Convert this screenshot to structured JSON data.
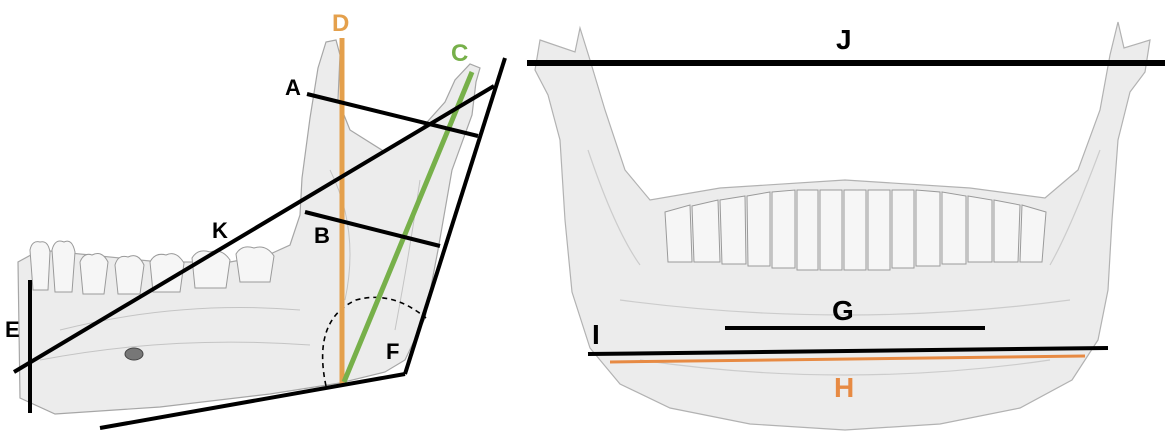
{
  "labels": {
    "A": "A",
    "B": "B",
    "C": "C",
    "D": "D",
    "E": "E",
    "F": "F",
    "G": "G",
    "H": "H",
    "I": "I",
    "J": "J",
    "K": "K"
  },
  "colors": {
    "black_lines": "#000000",
    "D_line": "#e4a04c",
    "C_line": "#77b04a",
    "H_line": "#e78a43",
    "bone_fill": "#ececec",
    "bone_stroke": "#a6a6a6",
    "teeth_fill": "#f4f4f4"
  }
}
